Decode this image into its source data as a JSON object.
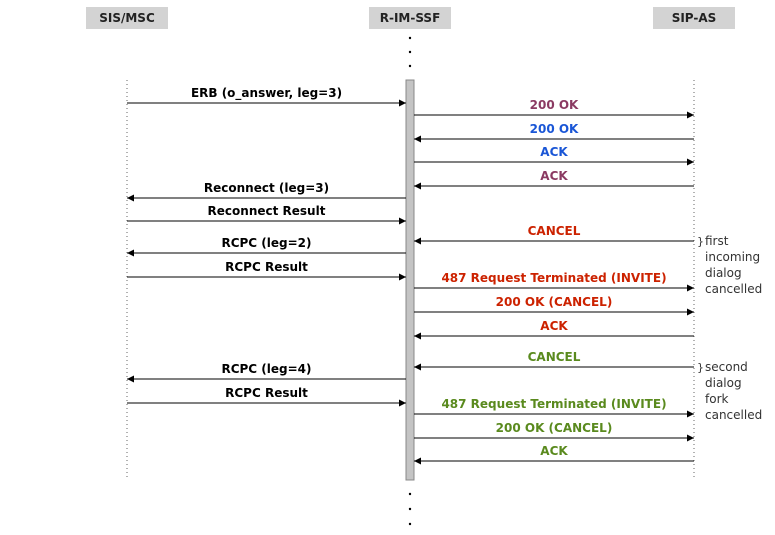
{
  "entities": [
    {
      "name": "SIS/MSC"
    },
    {
      "name": "R-IM-SSF"
    },
    {
      "name": "SIP-AS"
    }
  ],
  "messages": [
    {
      "from": 0,
      "to": 1,
      "label": "ERB (o_answer, leg=3)",
      "color": "#000000"
    },
    {
      "from": 1,
      "to": 2,
      "label": "200 OK",
      "color": "#8b3a62"
    },
    {
      "from": 2,
      "to": 1,
      "label": "200 OK",
      "color": "#1a56d6"
    },
    {
      "from": 1,
      "to": 2,
      "label": "ACK",
      "color": "#1a56d6"
    },
    {
      "from": 2,
      "to": 1,
      "label": "ACK",
      "color": "#8b3a62"
    },
    {
      "from": 1,
      "to": 0,
      "label": "Reconnect (leg=3)",
      "color": "#000000"
    },
    {
      "from": 0,
      "to": 1,
      "label": "Reconnect Result",
      "color": "#000000"
    },
    {
      "from": 2,
      "to": 1,
      "label": "CANCEL",
      "color": "#cc2200"
    },
    {
      "from": 1,
      "to": 0,
      "label": "RCPC (leg=2)",
      "color": "#000000"
    },
    {
      "from": 0,
      "to": 1,
      "label": "RCPC Result",
      "color": "#000000"
    },
    {
      "from": 1,
      "to": 2,
      "label": "487 Request Terminated (INVITE)",
      "color": "#cc2200"
    },
    {
      "from": 1,
      "to": 2,
      "label": "200 OK (CANCEL)",
      "color": "#cc2200"
    },
    {
      "from": 2,
      "to": 1,
      "label": "ACK",
      "color": "#cc2200"
    },
    {
      "from": 2,
      "to": 1,
      "label": "CANCEL",
      "color": "#5a8a1e"
    },
    {
      "from": 1,
      "to": 0,
      "label": "RCPC (leg=4)",
      "color": "#000000"
    },
    {
      "from": 0,
      "to": 1,
      "label": "RCPC Result",
      "color": "#000000"
    },
    {
      "from": 1,
      "to": 2,
      "label": "487 Request Terminated (INVITE)",
      "color": "#5a8a1e"
    },
    {
      "from": 1,
      "to": 2,
      "label": "200 OK (CANCEL)",
      "color": "#5a8a1e"
    },
    {
      "from": 2,
      "to": 1,
      "label": "ACK",
      "color": "#5a8a1e"
    }
  ],
  "notes": [
    {
      "anchor": 7,
      "lines": [
        "first",
        "incoming",
        "dialog",
        "cancelled"
      ]
    },
    {
      "anchor": 13,
      "lines": [
        "second",
        "dialog",
        "fork",
        "cancelled"
      ]
    }
  ]
}
